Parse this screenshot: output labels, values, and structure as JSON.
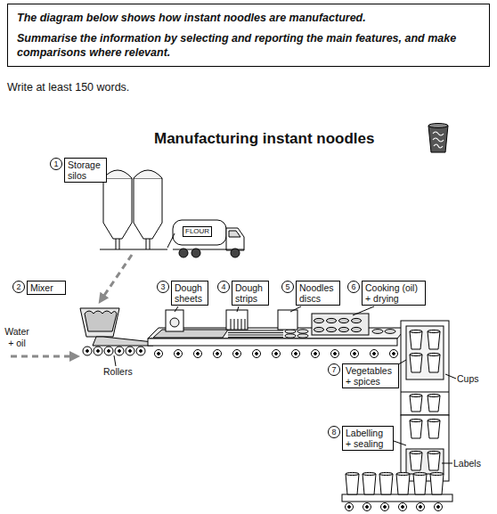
{
  "diagram": {
    "title": "Manufacturing instant noodles",
    "nodes": [
      {
        "text": [
          "The diagram below shows how instant noodles are manufactured.",
          "Summarise the information by selecting and reporting the main features, and make comparisons where relevant."
        ]
      },
      {
        "text": [
          "1",
          "Storage silos"
        ]
      },
      {
        "text": [
          "2",
          "Mixer"
        ]
      },
      {
        "text": [
          "3",
          "Dough sheets"
        ]
      },
      {
        "text": [
          "4",
          "Dough strips"
        ]
      },
      {
        "text": [
          "5",
          "Noodles discs"
        ]
      },
      {
        "text": [
          "6",
          "Cooking (oil) + drying"
        ]
      },
      {
        "text": [
          "7",
          "Vegetables + spices"
        ]
      },
      {
        "text": [
          "8",
          "Labelling + sealing"
        ]
      }
    ],
    "labels": [
      "Write at least 150 words.",
      "FLOUR",
      "Water + oil",
      "Rollers",
      "Cups",
      "Labels"
    ]
  }
}
